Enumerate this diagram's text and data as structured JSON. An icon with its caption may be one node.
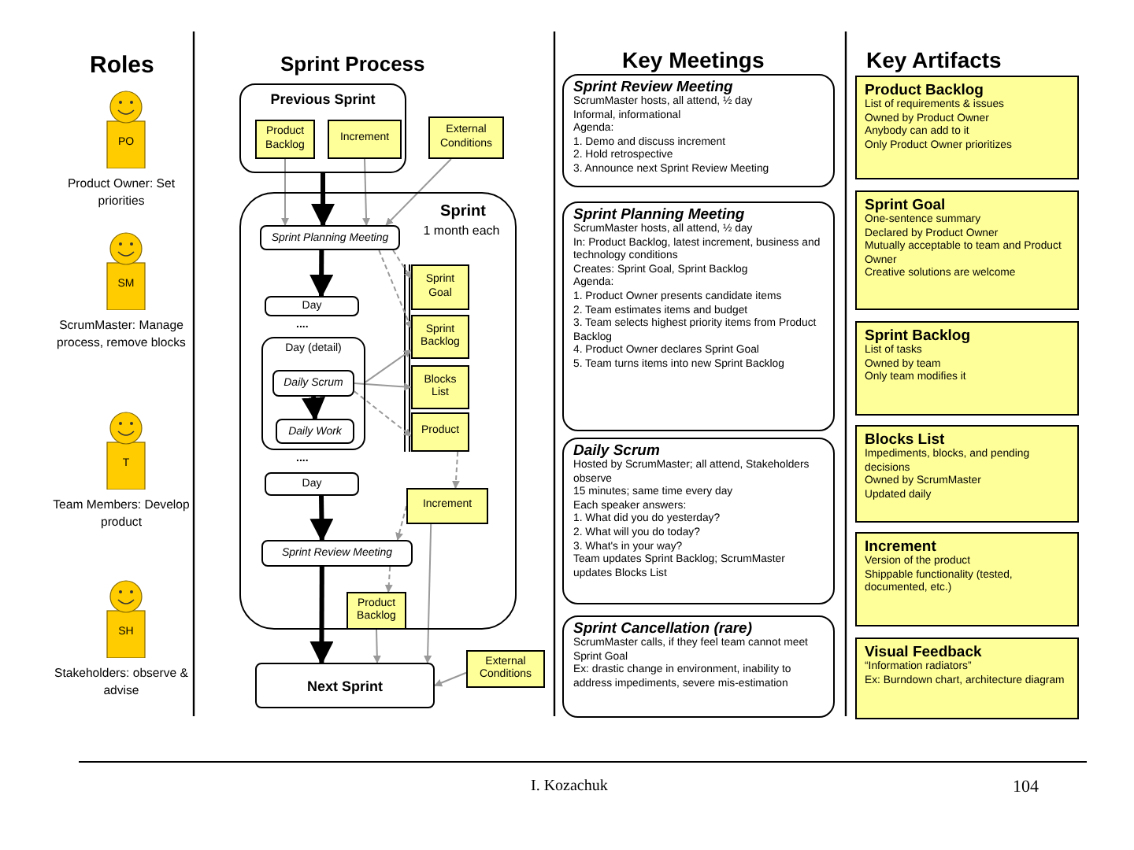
{
  "diagram": {
    "nodes": [
      {
        "text": [
          "PO"
        ],
        "beside": [
          "Product Owner: Set priorities"
        ]
      },
      {
        "text": [
          "SM"
        ],
        "beside": [
          "ScrumMaster: Manage process, remove blocks"
        ]
      },
      {
        "text": [
          "T"
        ],
        "beside": [
          "Team Members: Develop product"
        ]
      },
      {
        "text": [
          "SH"
        ],
        "beside": [
          "Stakeholders: observe & advise"
        ]
      },
      {
        "text": [
          "Previous Sprint"
        ]
      },
      {
        "text": [
          "Product Backlog"
        ],
        "in": 4
      },
      {
        "text": [
          "Increment"
        ],
        "in": 4
      },
      {
        "text": [
          "External Conditions"
        ]
      },
      {
        "text": [
          "Sprint",
          "1 month each"
        ]
      },
      {
        "text": [
          "Sprint Planning Meeting"
        ],
        "in": 8
      },
      {
        "text": [
          "Sprint Goal"
        ],
        "in": 8
      },
      {
        "text": [
          "Sprint Backlog"
        ],
        "in": 8
      },
      {
        "text": [
          "Day"
        ],
        "in": 8
      },
      {
        "text": [
          "Day (detail)"
        ],
        "in": 8
      },
      {
        "text": [
          "Daily Scrum"
        ],
        "in": 13
      },
      {
        "text": [
          "Blocks List"
        ],
        "in": 8
      },
      {
        "text": [
          "Daily Work"
        ],
        "in": 13
      },
      {
        "text": [
          "Product"
        ],
        "in": 8
      },
      {
        "text": [
          "Day"
        ],
        "in": 8
      },
      {
        "text": [
          "Increment"
        ],
        "in": 8
      },
      {
        "text": [
          "Sprint Review Meeting"
        ],
        "in": 8
      },
      {
        "text": [
          "Product Backlog"
        ],
        "in": 8
      },
      {
        "text": [
          "External Conditions"
        ]
      },
      {
        "text": [
          "Next Sprint"
        ]
      },
      {
        "text": [
          "Sprint Review Meeting",
          "ScrumMaster hosts, all attend, ½ day",
          "Informal, informational",
          "Agenda:",
          "1. Demo and discuss increment",
          "2. Hold retrospective",
          "3. Announce next Sprint Review Meeting"
        ]
      },
      {
        "text": [
          "Sprint Planning Meeting",
          "ScrumMaster hosts, all attend, ½ day",
          "In: Product Backlog, latest increment, business and technology conditions",
          "Creates: Sprint Goal, Sprint Backlog",
          "Agenda:",
          "1. Product Owner presents candidate items",
          "2. Team estimates items and budget",
          "3. Team selects highest priority items from Product Backlog",
          "4. Product Owner declares Sprint Goal",
          "5. Team turns items into new Sprint Backlog"
        ]
      },
      {
        "text": [
          "Daily Scrum",
          "Hosted by ScrumMaster; all attend, Stakeholders observe",
          "15 minutes; same time every day",
          "Each speaker answers:",
          "1. What did you do yesterday?",
          "2. What will you do today?",
          "3. What's in your way?",
          "Team updates Sprint Backlog; ScrumMaster updates Blocks List"
        ]
      },
      {
        "text": [
          "Sprint Cancellation (rare)",
          "ScrumMaster calls, if they feel team cannot meet Sprint Goal",
          "Ex: drastic change in environment, inability to address impediments, severe mis-estimation"
        ]
      },
      {
        "text": [
          "Product Backlog",
          "List of requirements & issues",
          "Owned by Product Owner",
          "Anybody can add to it",
          "Only Product Owner prioritizes"
        ]
      },
      {
        "text": [
          "Sprint Goal",
          "One-sentence summary",
          "Declared by Product Owner",
          "Mutually acceptable to team and Product Owner",
          "Creative solutions are welcome"
        ]
      },
      {
        "text": [
          "Sprint Backlog",
          "List of tasks",
          "Owned by team",
          "Only team modifies it"
        ]
      },
      {
        "text": [
          "Blocks List",
          "Impediments, blocks, and pending decisions",
          "Owned by ScrumMaster",
          "Updated daily"
        ]
      },
      {
        "text": [
          "Increment",
          "Version of the product",
          "Shippable functionality (tested, documented, etc.)"
        ]
      },
      {
        "text": [
          "Visual Feedback",
          "“Information radiators”",
          "Ex: Burndown chart, architecture diagram"
        ]
      }
    ],
    "edges": [
      {
        "from": 4,
        "to": 9,
        "arrow": "to",
        "style": "thick",
        "color": "#000000"
      },
      {
        "from": 5,
        "to": 9,
        "arrow": "to"
      },
      {
        "from": 6,
        "to": 9,
        "arrow": "to"
      },
      {
        "from": 7,
        "to": 9,
        "arrow": "to"
      },
      {
        "from": 9,
        "to": 12,
        "arrow": "to",
        "style": "thick",
        "color": "#000000"
      },
      {
        "from": 9,
        "to": 10,
        "arrow": "to",
        "style": "dashed"
      },
      {
        "from": 9,
        "to": 11,
        "arrow": "to",
        "style": "dashed"
      },
      {
        "from": 13,
        "to": 11,
        "arrow": "to"
      },
      {
        "from": 14,
        "to": 15,
        "arrow": "to"
      },
      {
        "from": 14,
        "to": 17,
        "arrow": "to",
        "style": "dashed"
      },
      {
        "from": 14,
        "to": 16,
        "arrow": "to",
        "style": "thick",
        "color": "#000000"
      },
      {
        "from": 17,
        "to": 19,
        "arrow": "to",
        "style": "dashed"
      },
      {
        "from": 18,
        "to": 20,
        "arrow": "to",
        "style": "thick",
        "color": "#000000"
      },
      {
        "from": 19,
        "to": 20,
        "arrow": "to",
        "style": "dashed"
      },
      {
        "from": 20,
        "to": 21,
        "arrow": "to",
        "style": "dashed"
      },
      {
        "from": 20,
        "to": 23,
        "arrow": "to",
        "style": "thick",
        "color": "#000000"
      },
      {
        "from": 21,
        "to": 23,
        "arrow": "to"
      },
      {
        "from": 19,
        "to": 23,
        "arrow": "to"
      },
      {
        "from": 22,
        "to": 23,
        "arrow": "to"
      }
    ],
    "labels": [
      "Roles",
      "Sprint Process",
      "Key Meetings",
      "Key Artifacts",
      "....",
      "....",
      "I. Kozachuk",
      "104"
    ]
  }
}
